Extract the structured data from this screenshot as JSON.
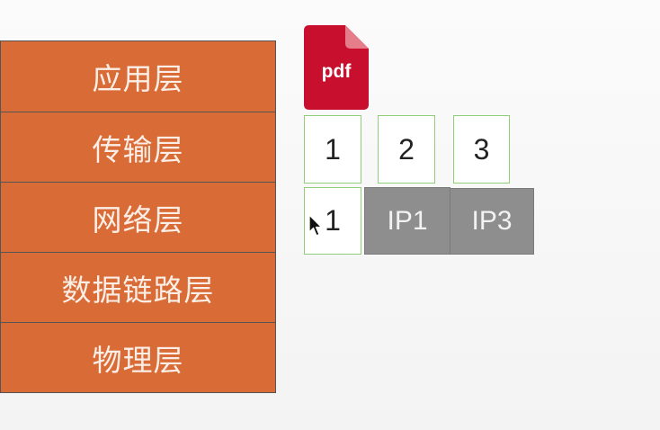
{
  "layers": [
    {
      "label": "应用层"
    },
    {
      "label": "传输层"
    },
    {
      "label": "网络层"
    },
    {
      "label": "数据链路层"
    },
    {
      "label": "物理层"
    }
  ],
  "file_icon": {
    "label": "pdf",
    "color": "#c8102e"
  },
  "segments": [
    "1",
    "2",
    "3"
  ],
  "packet": {
    "segment": "1",
    "headers": [
      "IP1",
      "IP3"
    ]
  },
  "colors": {
    "layer_fill": "#d96b36",
    "segment_border": "#8fcf7a",
    "ip_fill": "#8e8e8e"
  }
}
